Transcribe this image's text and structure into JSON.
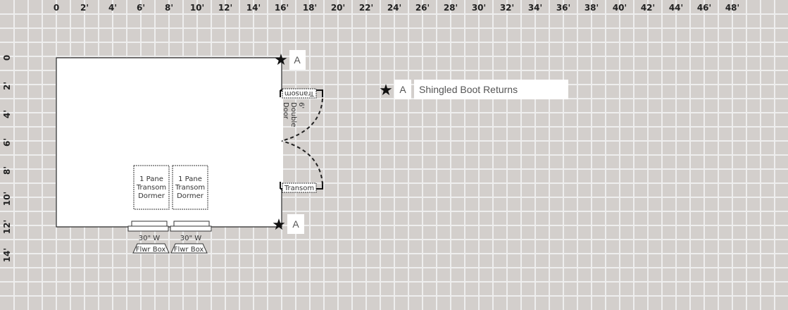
{
  "x_axis": {
    "labels": [
      "0",
      "2'",
      "4'",
      "6'",
      "8'",
      "10'",
      "12'",
      "14'",
      "16'",
      "18'",
      "20'",
      "22'",
      "24'",
      "26'",
      "28'",
      "30'",
      "32'",
      "34'",
      "36'",
      "38'",
      "40'",
      "42'",
      "44'",
      "46'",
      "48'"
    ]
  },
  "y_axis": {
    "labels": [
      "0",
      "2'",
      "4'",
      "6'",
      "8'",
      "10'",
      "12'",
      "14'"
    ]
  },
  "door": {
    "line1": "6'",
    "line2": "Double",
    "line3": "Door",
    "transom_top": "Transom",
    "transom_bottom": "Transom"
  },
  "dormers": [
    {
      "line1": "1 Pane",
      "line2": "Transom",
      "line3": "Dormer"
    },
    {
      "line1": "1 Pane",
      "line2": "Transom",
      "line3": "Dormer"
    }
  ],
  "windows": [
    {
      "size": "30\" W",
      "box": "Flwr Box"
    },
    {
      "size": "30\" W",
      "box": "Flwr Box"
    }
  ],
  "markers": {
    "top": "A",
    "bottom": "A"
  },
  "legend": {
    "key": "A",
    "text": "Shingled Boot Returns"
  },
  "colors": {
    "background": "#d3cfcc",
    "grid": "#eeeeee",
    "building": "#ffffff"
  }
}
